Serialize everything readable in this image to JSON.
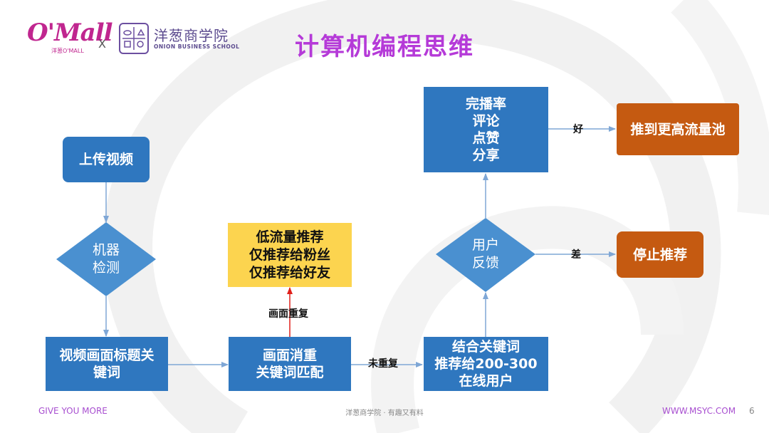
{
  "header": {
    "brand_logo_text": "O'Mall",
    "brand_logo_sub": "洋葱O'MALL",
    "separator": "X",
    "school_name": "洋葱商学院",
    "school_name_en": "ONION BUSINESS SCHOOL"
  },
  "title": "计算机编程思维",
  "nodes": {
    "upload": "上传视频",
    "machine_check_1": "机器",
    "machine_check_2": "检测",
    "keywords_1": "视频画面标题关",
    "keywords_2": "键词",
    "match_1": "画面消重",
    "match_2": "关键词匹配",
    "low_flow_1": "低流量推荐",
    "low_flow_2": "仅推荐给粉丝",
    "low_flow_3": "仅推荐给好友",
    "online_1": "结合关键词",
    "online_2": "推荐给200-300",
    "online_3": "在线用户",
    "feedback_1": "用户",
    "feedback_2": "反馈",
    "metrics_1": "完播率",
    "metrics_2": "评论",
    "metrics_3": "点赞",
    "metrics_4": "分享",
    "higher_pool": "推到更高流量池",
    "stop": "停止推荐"
  },
  "edges": {
    "duplicate": "画面重复",
    "not_duplicate": "未重复",
    "good": "好",
    "bad": "差"
  },
  "footer": {
    "left": "GIVE YOU MORE",
    "center": "洋葱商学院 · 有趣又有料",
    "right": "WWW.MSYC.COM",
    "page": "6"
  },
  "colors": {
    "title": "#b53ad8",
    "box_blue": "#2f77bf",
    "diamond_blue": "#4a90d0",
    "box_yellow": "#fcd44f",
    "box_orange": "#c55a11",
    "arrow_blue": "#7fa7d6",
    "arrow_red": "#e0201b",
    "footer": "#a84fd0"
  }
}
